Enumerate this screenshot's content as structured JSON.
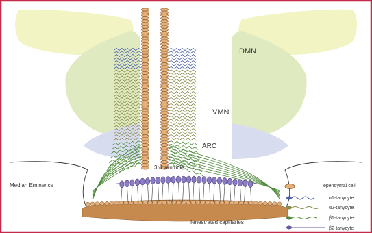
{
  "regions": {
    "dmn": "DMN",
    "vmn": "VMN",
    "arc": "ARC",
    "third_ventricle": "3rd ventricle",
    "median_eminence": "Median Eminence",
    "fenestrated_capillaries": "fenestrated capillaries"
  },
  "legend": [
    {
      "label": "ependymal cell",
      "color": "#c98a3e"
    },
    {
      "label": "α1-tanycyte",
      "color": "#4c5fa8"
    },
    {
      "label": "α2-tanycyte",
      "color": "#8a8a4a"
    },
    {
      "label": "β1-tanycyte",
      "color": "#4e8a3a"
    },
    {
      "label": "β2-tanycyte",
      "color": "#6a56a0"
    }
  ],
  "colors": {
    "frame": "#c42a4a",
    "dmn_fill": "#f2f4c4",
    "vmn_fill": "#dfeac0",
    "arc_fill": "#d8dcef",
    "capillary_fill": "#c68a4e"
  }
}
